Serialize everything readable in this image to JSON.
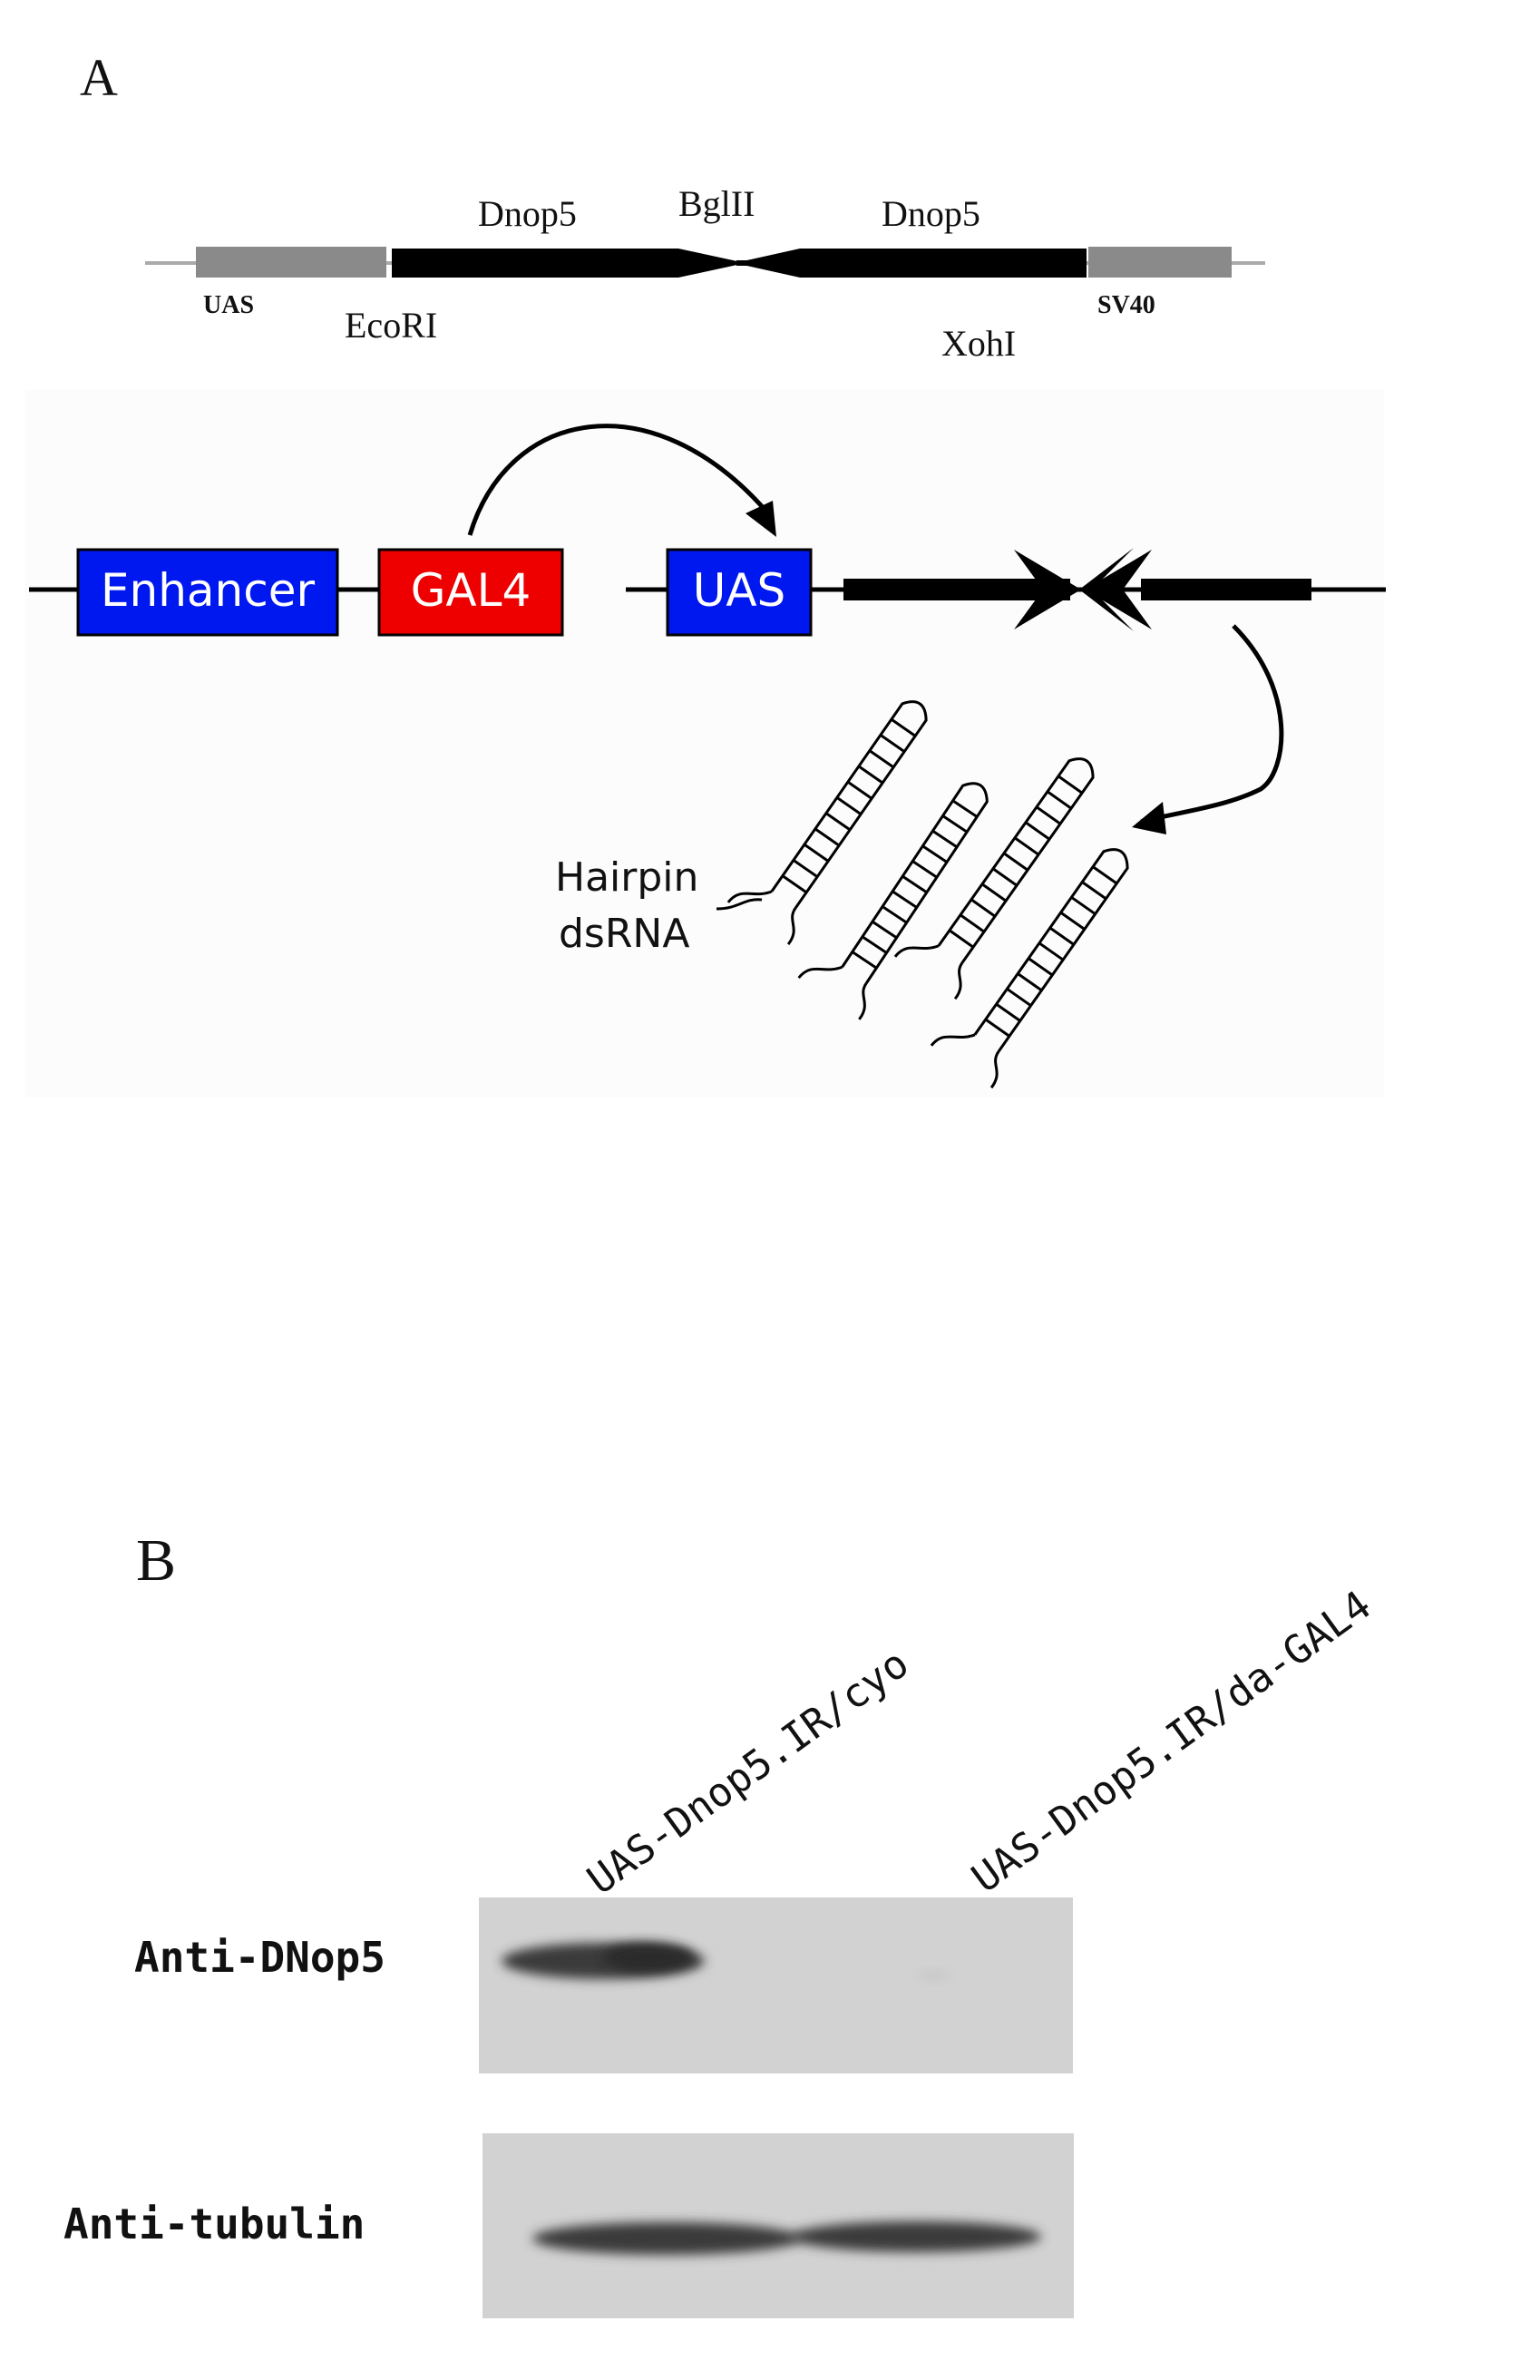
{
  "panel_a": {
    "label": "A",
    "construct": {
      "uas_label": "UAS",
      "dnop5_left": "Dnop5",
      "bglii": "BglII",
      "dnop5_right": "Dnop5",
      "sv40_label": "SV40",
      "ecori": "EcoRI",
      "xohi": "XohI",
      "colors": {
        "grey_box": "#8a8a8a",
        "line": "#aaaaaa",
        "black_bar": "#000000"
      }
    },
    "schematic": {
      "enhancer": "Enhancer",
      "gal4": "GAL4",
      "uas": "UAS",
      "hairpin_line1": "Hairpin",
      "hairpin_line2": "dsRNA",
      "colors": {
        "enhancer": "#0018f0",
        "gal4": "#ee0000",
        "uas": "#0018f0",
        "text": "#ffffff"
      }
    }
  },
  "panel_b": {
    "label": "B",
    "lane1": "UAS-Dnop5.IR/cyo",
    "lane2": "UAS-Dnop5.IR/da-GAL4",
    "blot1_label": "Anti-DNop5",
    "blot2_label": "Anti-tubulin",
    "colors": {
      "membrane": "#d2d2d2",
      "band": "#333333"
    }
  }
}
